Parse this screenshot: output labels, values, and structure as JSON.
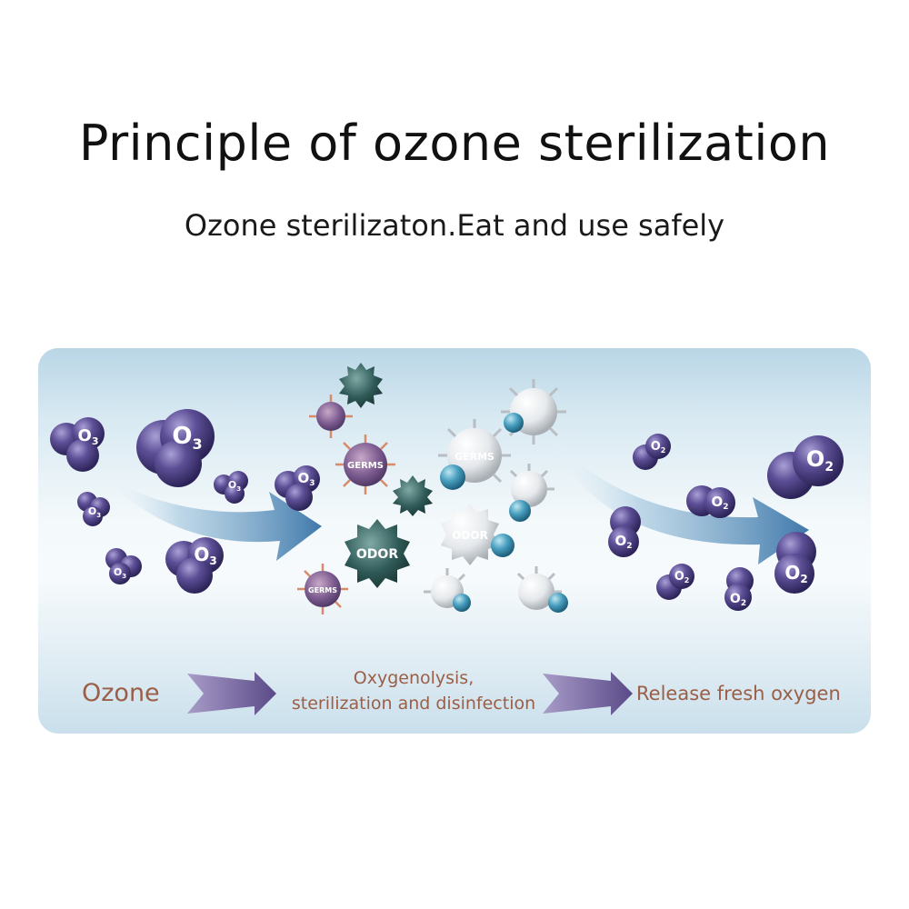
{
  "title": "Principle of ozone sterilization",
  "subtitle": "Ozone sterilizaton.Eat and use safely",
  "stages": {
    "ozone": "Ozone",
    "process_line1": "Oxygenolysis,",
    "process_line2": "sterilization and disinfection",
    "release": "Release fresh oxygen"
  },
  "molecule_labels": {
    "ozone_main": "O",
    "ozone_sub": "3",
    "oxygen_main": "O",
    "oxygen_sub": "2"
  },
  "particle_labels": {
    "germs": "GERMS",
    "odor": "ODOR"
  },
  "colors": {
    "ozone_molecule": "#5d4f96",
    "oxygen_molecule": "#4d3f88",
    "germ_dark": "#7a5a8e",
    "odor_dark": "#2f5a57",
    "neutralized_particle": "#e9ecef",
    "oxygen_atom_released": "#4aa0c0",
    "arrow_blue": "#3f78aa",
    "stage_text": "#9b5e46",
    "process_arrow": "#6a5a95"
  },
  "icons": {
    "flow_arrow": "right-arrow-icon",
    "process_arrow": "chevron-arrow-icon"
  }
}
